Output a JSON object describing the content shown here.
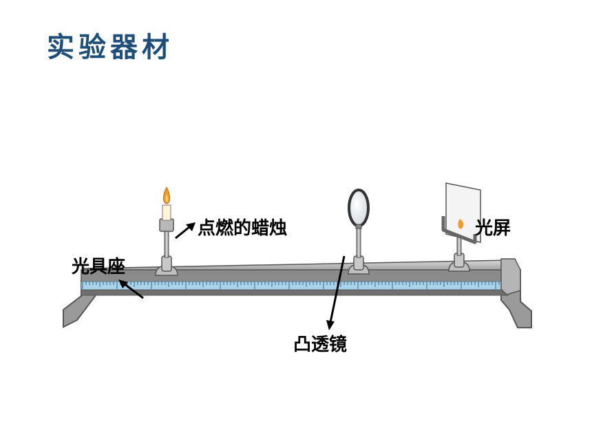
{
  "title": "实验器材",
  "labels": {
    "candle": "点燃的蜡烛",
    "lens": "凸透镜",
    "screen": "光屏",
    "bench": "光具座"
  },
  "colors": {
    "title": "#1f4e79",
    "ruler": "#a9d3ea",
    "bench": "#8e8e8e",
    "flame": "#f29a2e"
  }
}
